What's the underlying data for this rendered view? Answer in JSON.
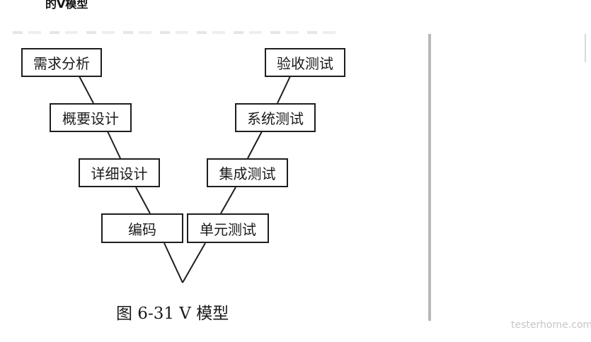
{
  "header_cutoff_text": "的V模型",
  "diagram": {
    "left_boxes": [
      "需求分析",
      "概要设计",
      "详细设计",
      "编码"
    ],
    "right_boxes": [
      "验收测试",
      "系统测试",
      "集成测试",
      "单元测试"
    ],
    "caption": "图 6-31   V 模型",
    "line_color": "#1e1e1e"
  },
  "watermark": "testerhome.com"
}
